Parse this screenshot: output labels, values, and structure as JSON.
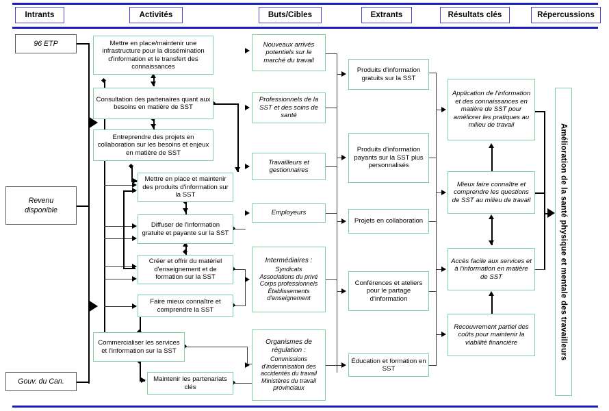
{
  "header": {
    "columns": [
      {
        "label": "Intrants"
      },
      {
        "label": "Activités"
      },
      {
        "label": "Buts/Cibles"
      },
      {
        "label": "Extrants"
      },
      {
        "label": "Résultats clés"
      },
      {
        "label": "Répercussions"
      }
    ]
  },
  "colors": {
    "rule": "#1b1bbf",
    "header_border": "#4a4ac8",
    "node_border_green": "#7fcfa0",
    "node_border_gray": "#555555",
    "connector": "#3a3a3a",
    "text": "#000000"
  },
  "intrants": [
    {
      "label": "96 ETP"
    },
    {
      "label": "Revenu\ndisponible"
    },
    {
      "label": "Gouv. du Can."
    }
  ],
  "activites": [
    {
      "label": "Mettre en place/maintenir une infrastructure pour la dissémination d'information et le transfert des connaissances"
    },
    {
      "label": "Consultation des partenaires quant aux besoins en matière de SST"
    },
    {
      "label": "Entreprendre des projets en collaboration sur les besoins et enjeux en matière de SST"
    },
    {
      "label": "Mettre en place et maintenir des produits d'information sur la SST"
    },
    {
      "label": "Diffuser de l'information gratuite et payante sur la SST"
    },
    {
      "label": "Créer et offrir du matériel d'enseignement et de formation sur la SST"
    },
    {
      "label": "Faire mieux connaître et comprendre la SST"
    },
    {
      "label": "Commercialiser les services et l'information sur la SST"
    },
    {
      "label": "Maintenir les partenariats clés"
    }
  ],
  "buts_cibles": [
    {
      "label": "Nouveaux arrivés potentiels sur le marché du travail",
      "sub": ""
    },
    {
      "label": "Professionnels de la SST et des soins de santé",
      "sub": ""
    },
    {
      "label": "Travailleurs et gestionnaires",
      "sub": ""
    },
    {
      "label": "Employeurs",
      "sub": ""
    },
    {
      "label": "Intermédiaires :",
      "sub": "Syndicats\nAssociations du privé\nCorps professionnels\nÉtablissements d'enseignement"
    },
    {
      "label": "Organismes de régulation :",
      "sub": "Commissions d'indemnisation des accidentés du travail\nMinistères du travail provinciaux"
    }
  ],
  "extrants": [
    {
      "label": "Produits d'information gratuits sur la SST"
    },
    {
      "label": "Produits d'information payants sur la SST plus personnalisés"
    },
    {
      "label": "Projets en collaboration"
    },
    {
      "label": "Conférences et ateliers pour le partage d'information"
    },
    {
      "label": "Éducation et formation en SST"
    }
  ],
  "resultats_cles": [
    {
      "label": "Application de l'information et des connaissances en matière de SST pour améliorer les pratiques au milieu de travail"
    },
    {
      "label": "Mieux faire connaître et comprendre les questions de SST au milieu de travail"
    },
    {
      "label": "Accès facile aux services et à l'information en matière de SST"
    },
    {
      "label": "Recouvrement partiel des coûts pour maintenir la viabilité financière"
    }
  ],
  "repercussions": {
    "label": "Amélioration de la santé physique et mentale des travailleurs"
  }
}
